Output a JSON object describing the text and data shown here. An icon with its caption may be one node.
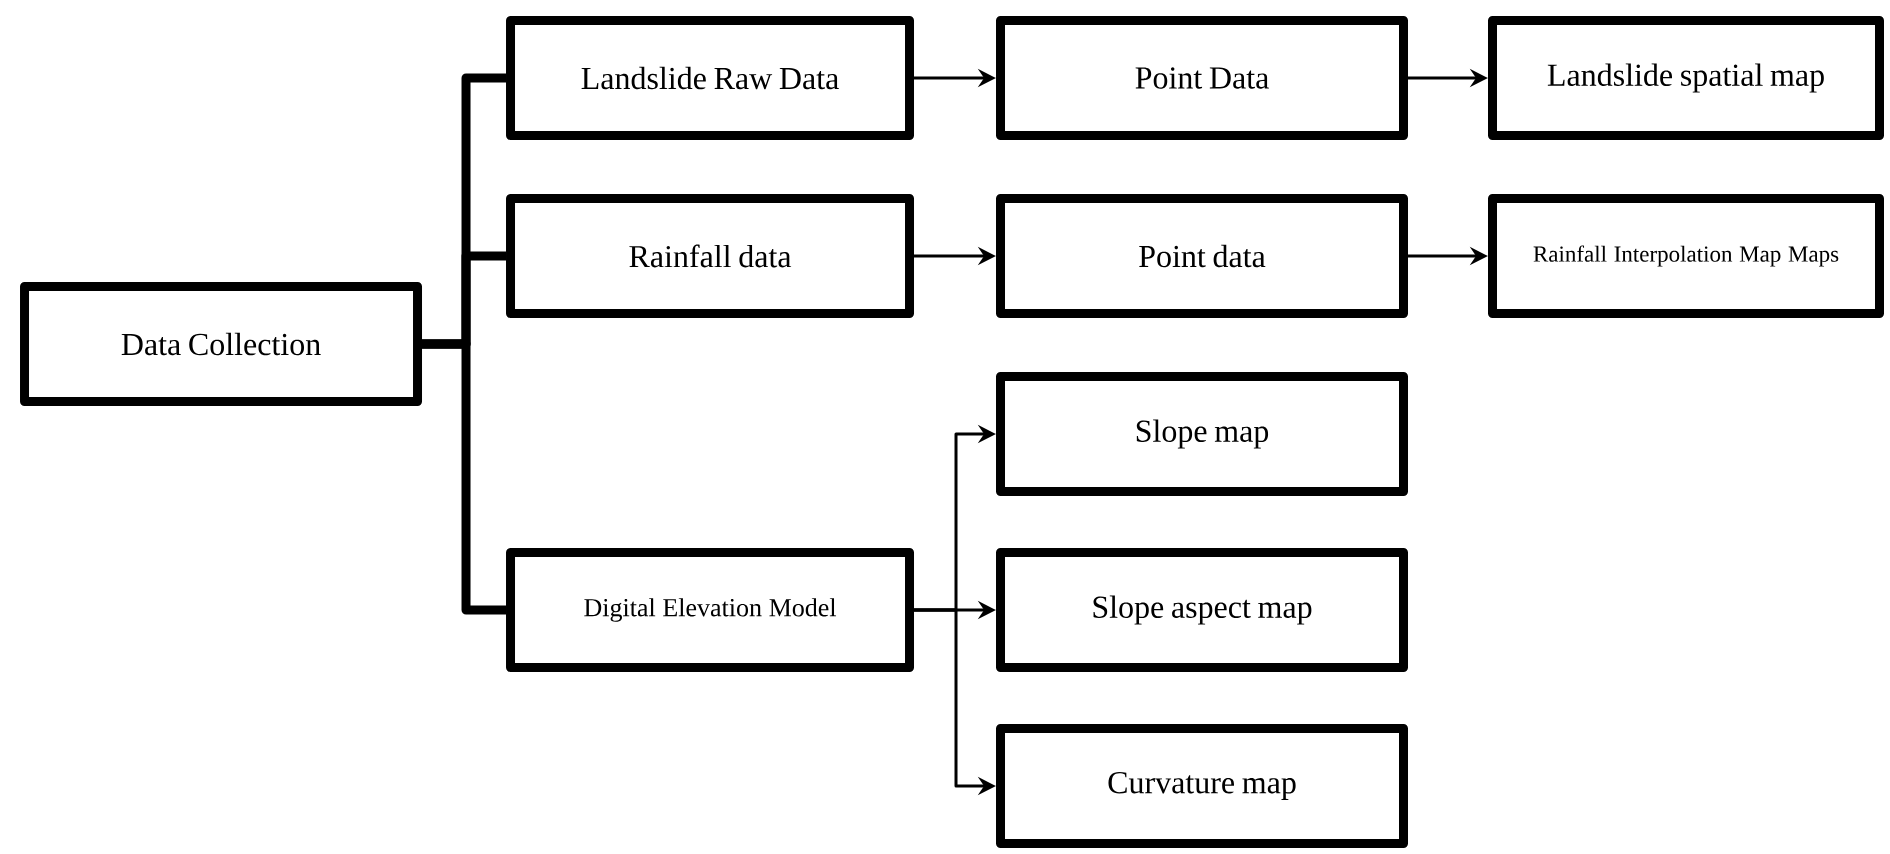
{
  "diagram": {
    "nodes": [
      {
        "text": [
          "Data Collection"
        ]
      },
      {
        "text": [
          "Landslide Raw Data"
        ]
      },
      {
        "text": [
          "Rainfall data"
        ]
      },
      {
        "text": [
          "Digital Elevation Model"
        ]
      },
      {
        "text": [
          "Point Data"
        ]
      },
      {
        "text": [
          "Landslide spatial map"
        ]
      },
      {
        "text": [
          "Point data"
        ]
      },
      {
        "text": [
          "Rainfall Interpolation Map Maps"
        ]
      },
      {
        "text": [
          "Slope map"
        ]
      },
      {
        "text": [
          "Slope aspect map"
        ]
      },
      {
        "text": [
          "Curvature map"
        ]
      }
    ],
    "edges": [
      {
        "from": 0,
        "to": 1,
        "arrow": "none",
        "style": "thick"
      },
      {
        "from": 0,
        "to": 2,
        "arrow": "none",
        "style": "thick"
      },
      {
        "from": 0,
        "to": 3,
        "arrow": "none",
        "style": "thick"
      },
      {
        "from": 1,
        "to": 4,
        "arrow": "to"
      },
      {
        "from": 4,
        "to": 5,
        "arrow": "to"
      },
      {
        "from": 2,
        "to": 6,
        "arrow": "to"
      },
      {
        "from": 6,
        "to": 7,
        "arrow": "to"
      },
      {
        "from": 3,
        "to": 8,
        "arrow": "to"
      },
      {
        "from": 3,
        "to": 9,
        "arrow": "to"
      },
      {
        "from": 3,
        "to": 10,
        "arrow": "to"
      }
    ]
  }
}
